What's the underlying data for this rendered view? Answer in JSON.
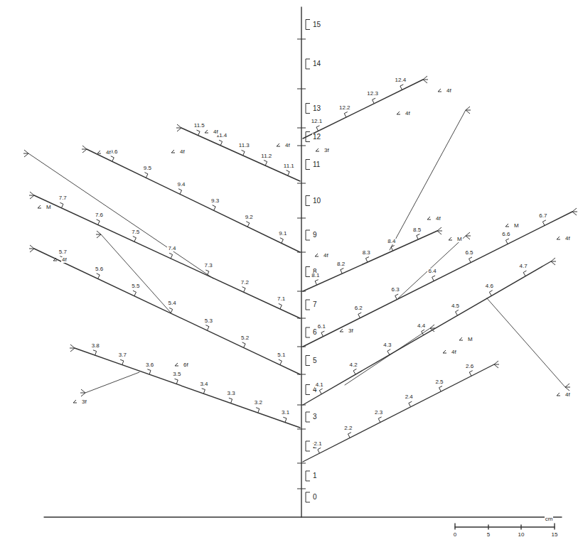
{
  "diagram": {
    "labels": [
      "0",
      "1",
      "2",
      "3",
      "4",
      "5",
      "6",
      "7",
      "8",
      "9",
      "10",
      "11",
      "12",
      "13",
      "14",
      "15",
      "3.1",
      "3.2",
      "3.3",
      "3.4",
      "3.5",
      "3.6",
      "3.7",
      "3.8",
      "5.1",
      "5.2",
      "5.3",
      "5.4",
      "5.5",
      "5.6",
      "5.7",
      "7.1",
      "7.2",
      "7.3",
      "7.4",
      "7.5",
      "7.6",
      "7.7",
      "9.1",
      "9.2",
      "9.3",
      "9.4",
      "9.5",
      "9.6",
      "11.1",
      "11.2",
      "11.3",
      "11.4",
      "11.5",
      "2.1",
      "2.2",
      "2.3",
      "2.4",
      "2.5",
      "2.6",
      "4.1",
      "4.2",
      "4.3",
      "4.4",
      "4.5",
      "4.6",
      "4.7",
      "6.1",
      "6.2",
      "6.3",
      "6.4",
      "6.5",
      "6.6",
      "6.7",
      "8.1",
      "8.2",
      "8.3",
      "8.4",
      "8.5",
      "12.1",
      "12.2",
      "12.3",
      "12.4",
      "3f",
      "4f",
      "4f",
      "4f",
      "4f",
      "3f",
      "M",
      "M",
      "4f",
      "M",
      "4f",
      "M",
      "4f",
      "4f",
      "4f",
      "6f",
      "3f",
      "4f",
      "4f",
      "4f",
      "cm",
      "0",
      "5",
      "10",
      "15"
    ]
  }
}
